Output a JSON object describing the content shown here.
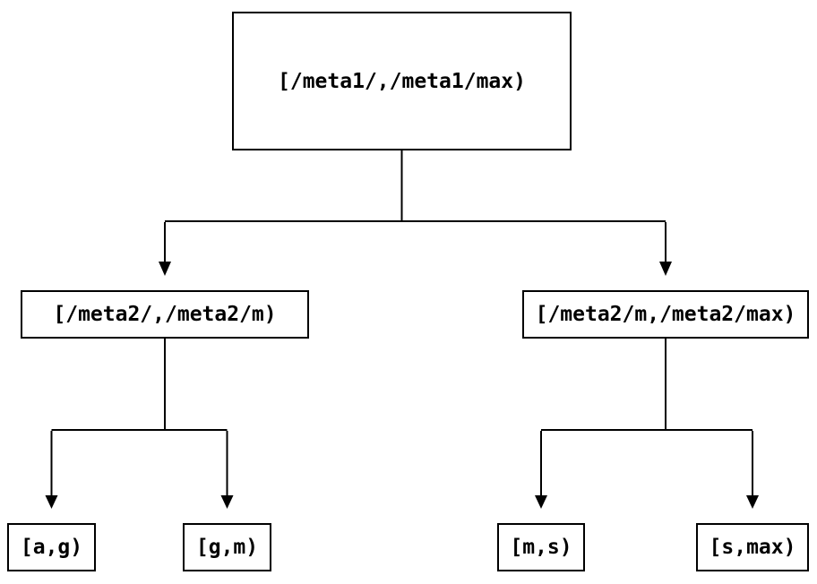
{
  "diagram": {
    "type": "tree",
    "background_color": "#ffffff",
    "line_color": "#000000",
    "text_color": "#000000",
    "nodes": {
      "root": {
        "label": "[/meta1/,/meta1/max)"
      },
      "child_left": {
        "label": "[/meta2/,/meta2/m)"
      },
      "child_right": {
        "label": "[/meta2/m,/meta2/max)"
      },
      "leaf_ag": {
        "label": "[a,g)"
      },
      "leaf_gm": {
        "label": "[g,m)"
      },
      "leaf_ms": {
        "label": "[m,s)"
      },
      "leaf_smax": {
        "label": "[s,max)"
      }
    },
    "edges": [
      {
        "from": "root",
        "to": "child_left",
        "arrow": "down"
      },
      {
        "from": "root",
        "to": "child_right",
        "arrow": "down"
      },
      {
        "from": "child_left",
        "to": "leaf_ag",
        "arrow": "down"
      },
      {
        "from": "child_left",
        "to": "leaf_gm",
        "arrow": "down"
      },
      {
        "from": "child_right",
        "to": "leaf_ms",
        "arrow": "down"
      },
      {
        "from": "child_right",
        "to": "leaf_smax",
        "arrow": "down"
      }
    ]
  }
}
